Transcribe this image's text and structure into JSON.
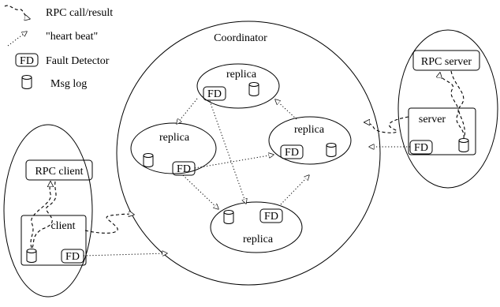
{
  "legend": {
    "rpc_label": "RPC call/result",
    "heartbeat_label": "\"heart beat\"",
    "fd_box": "FD",
    "fd_label": "Fault Detector",
    "msglog_label": "Msg log"
  },
  "coordinator": {
    "title": "Coordinator",
    "replicas": [
      {
        "label": "replica",
        "fd": "FD"
      },
      {
        "label": "replica",
        "fd": "FD"
      },
      {
        "label": "replica",
        "fd": "FD"
      },
      {
        "label": "replica",
        "fd": "FD"
      }
    ]
  },
  "client_side": {
    "rpc_client": "RPC client",
    "client": "client",
    "fd": "FD"
  },
  "server_side": {
    "rpc_server": "RPC server",
    "server": "server",
    "fd": "FD"
  }
}
